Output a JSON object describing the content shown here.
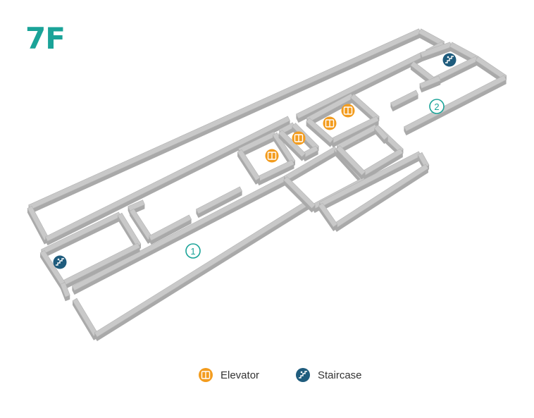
{
  "floor": {
    "label": "7F"
  },
  "colors": {
    "accent": "#1aa398",
    "elevator": "#f39c1e",
    "staircase": "#1f5c7d"
  },
  "icons": {
    "elevator": "elevator-icon",
    "staircase": "staircase-icon"
  },
  "zones": [
    {
      "label": "1"
    },
    {
      "label": "2"
    }
  ],
  "legend": {
    "elevator": "Elevator",
    "staircase": "Staircase"
  }
}
